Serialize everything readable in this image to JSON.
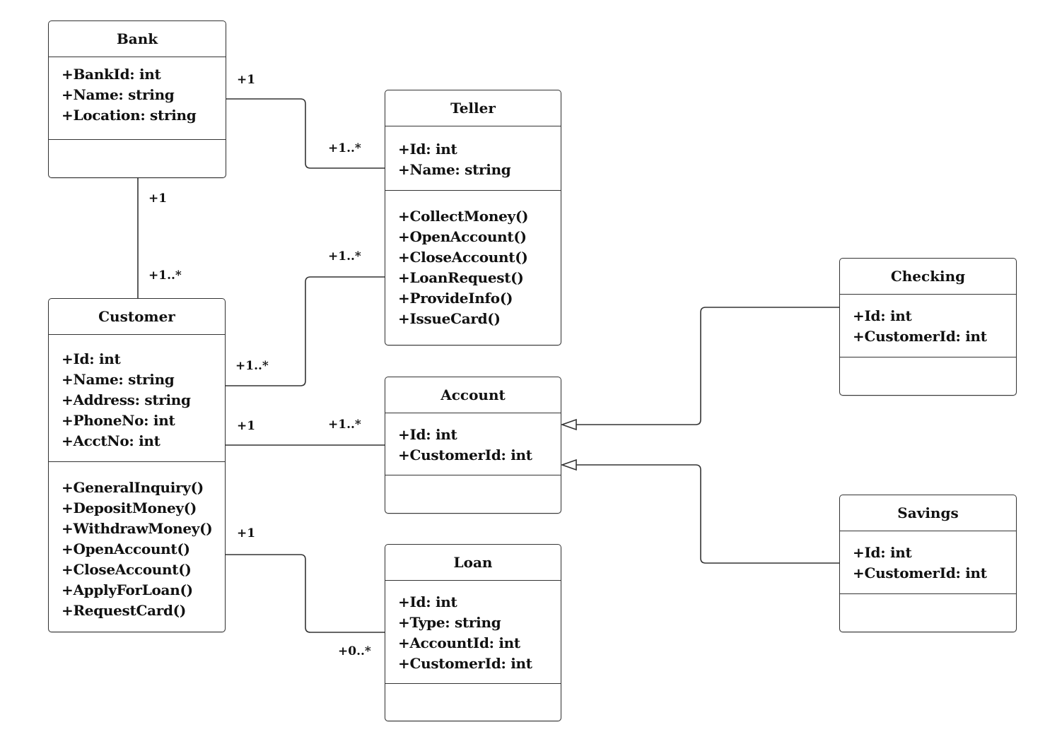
{
  "classes": {
    "bank": {
      "name": "Bank",
      "attributes": [
        "+BankId: int",
        "+Name: string",
        "+Location: string"
      ],
      "methods": []
    },
    "teller": {
      "name": "Teller",
      "attributes": [
        "+Id: int",
        "+Name: string"
      ],
      "methods": [
        "+CollectMoney()",
        "+OpenAccount()",
        "+CloseAccount()",
        "+LoanRequest()",
        "+ProvideInfo()",
        "+IssueCard()"
      ]
    },
    "customer": {
      "name": "Customer",
      "attributes": [
        "+Id: int",
        "+Name: string",
        "+Address: string",
        "+PhoneNo: int",
        "+AcctNo: int"
      ],
      "methods": [
        "+GeneralInquiry()",
        "+DepositMoney()",
        "+WithdrawMoney()",
        "+OpenAccount()",
        "+CloseAccount()",
        "+ApplyForLoan()",
        "+RequestCard()"
      ]
    },
    "account": {
      "name": "Account",
      "attributes": [
        "+Id: int",
        "+CustomerId: int"
      ],
      "methods": []
    },
    "loan": {
      "name": "Loan",
      "attributes": [
        "+Id: int",
        "+Type: string",
        "+AccountId: int",
        "+CustomerId: int"
      ],
      "methods": []
    },
    "checking": {
      "name": "Checking",
      "attributes": [
        "+Id: int",
        "+CustomerId: int"
      ],
      "methods": []
    },
    "savings": {
      "name": "Savings",
      "attributes": [
        "+Id: int",
        "+CustomerId: int"
      ],
      "methods": []
    }
  },
  "associations": [
    {
      "from": "Bank",
      "to": "Teller",
      "from_mult": "+1",
      "to_mult": "+1..*"
    },
    {
      "from": "Bank",
      "to": "Customer",
      "from_mult": "+1",
      "to_mult": "+1..*"
    },
    {
      "from": "Customer",
      "to": "Teller",
      "from_mult": "+1..*",
      "to_mult": "+1..*"
    },
    {
      "from": "Customer",
      "to": "Account",
      "from_mult": "+1",
      "to_mult": "+1..*"
    },
    {
      "from": "Customer",
      "to": "Loan",
      "from_mult": "+1",
      "to_mult": "+0..*"
    }
  ],
  "generalizations": [
    {
      "child": "Checking",
      "parent": "Account"
    },
    {
      "child": "Savings",
      "parent": "Account"
    }
  ]
}
